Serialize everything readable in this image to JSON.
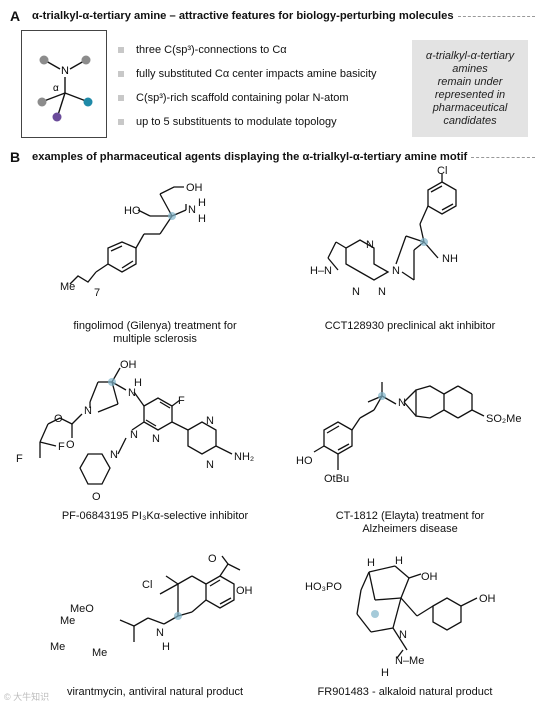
{
  "sectionA": {
    "letter": "A",
    "title": "α-trialkyl-α-tertiary amine – attractive features for biology-perturbing molecules",
    "motif": {
      "n_label": "N",
      "alpha_label": "α"
    },
    "features": [
      "three C(sp³)-connections to Cα",
      "fully substituted Cα center impacts amine basicity",
      "C(sp³)-rich scaffold containing polar N-atom",
      "up to 5 substituents to modulate topology"
    ],
    "callout": [
      "α-trialkyl-α-tertiary",
      "amines",
      "remain under",
      "represented in",
      "pharmaceutical",
      "candidates"
    ]
  },
  "sectionB": {
    "letter": "B",
    "title": "examples of pharmaceutical agents displaying the α-trialkyl-α-tertiary amine motif"
  },
  "compounds": [
    {
      "caption": [
        "fingolimod (Gilenya) treatment for",
        "multiple sclerosis"
      ],
      "labels": {
        "oh1": "OH",
        "oh2": "HO",
        "n": "N",
        "h1": "H",
        "h2": "H",
        "me": "Me",
        "sub": "7"
      }
    },
    {
      "caption": [
        "CCT128930 preclinical akt inhibitor"
      ],
      "labels": {
        "cl": "Cl",
        "hn": "H–N",
        "n1": "N",
        "n2": "N",
        "n3": "N",
        "nh": "NH",
        "n4": "N"
      }
    },
    {
      "caption": [
        "PF-06843195 PI₃Kα-selective inhibitor"
      ],
      "labels": {
        "oh": "OH",
        "nh": "N",
        "h": "H",
        "n1": "N",
        "o1": "O",
        "o2": "O",
        "f1": "F",
        "f2": "F",
        "f3": "F",
        "n2": "N",
        "n3": "N",
        "n4": "N",
        "o3": "O",
        "n5": "N",
        "n6": "N",
        "nh2": "NH₂"
      }
    },
    {
      "caption": [
        "CT-1812 (Elayta) treatment for",
        "Alzheimers disease"
      ],
      "labels": {
        "n": "N",
        "ho": "HO",
        "otbu": "OtBu",
        "so2me": "SO₂Me"
      }
    },
    {
      "caption": [
        "virantmycin, antiviral natural product"
      ],
      "labels": {
        "cl": "Cl",
        "meo": "MeO",
        "me1": "Me",
        "me2": "Me",
        "me3": "Me",
        "n": "N",
        "h": "H",
        "oh": "OH",
        "o": "O"
      }
    },
    {
      "caption": [
        "FR901483 - alkaloid natural product"
      ],
      "labels": {
        "ho3po": "HO₃PO",
        "h1": "H",
        "h2": "H",
        "oh": "OH",
        "n": "N",
        "nme": "N–Me",
        "h3": "H",
        "oh2": "OH"
      }
    }
  ],
  "watermark": "© 大牛知识",
  "colors": {
    "gray_dot": "#8c8c8c",
    "purple_dot": "#6b4c9a",
    "teal_dot": "#1f8aa8",
    "highlight": "#7fb3c9"
  }
}
